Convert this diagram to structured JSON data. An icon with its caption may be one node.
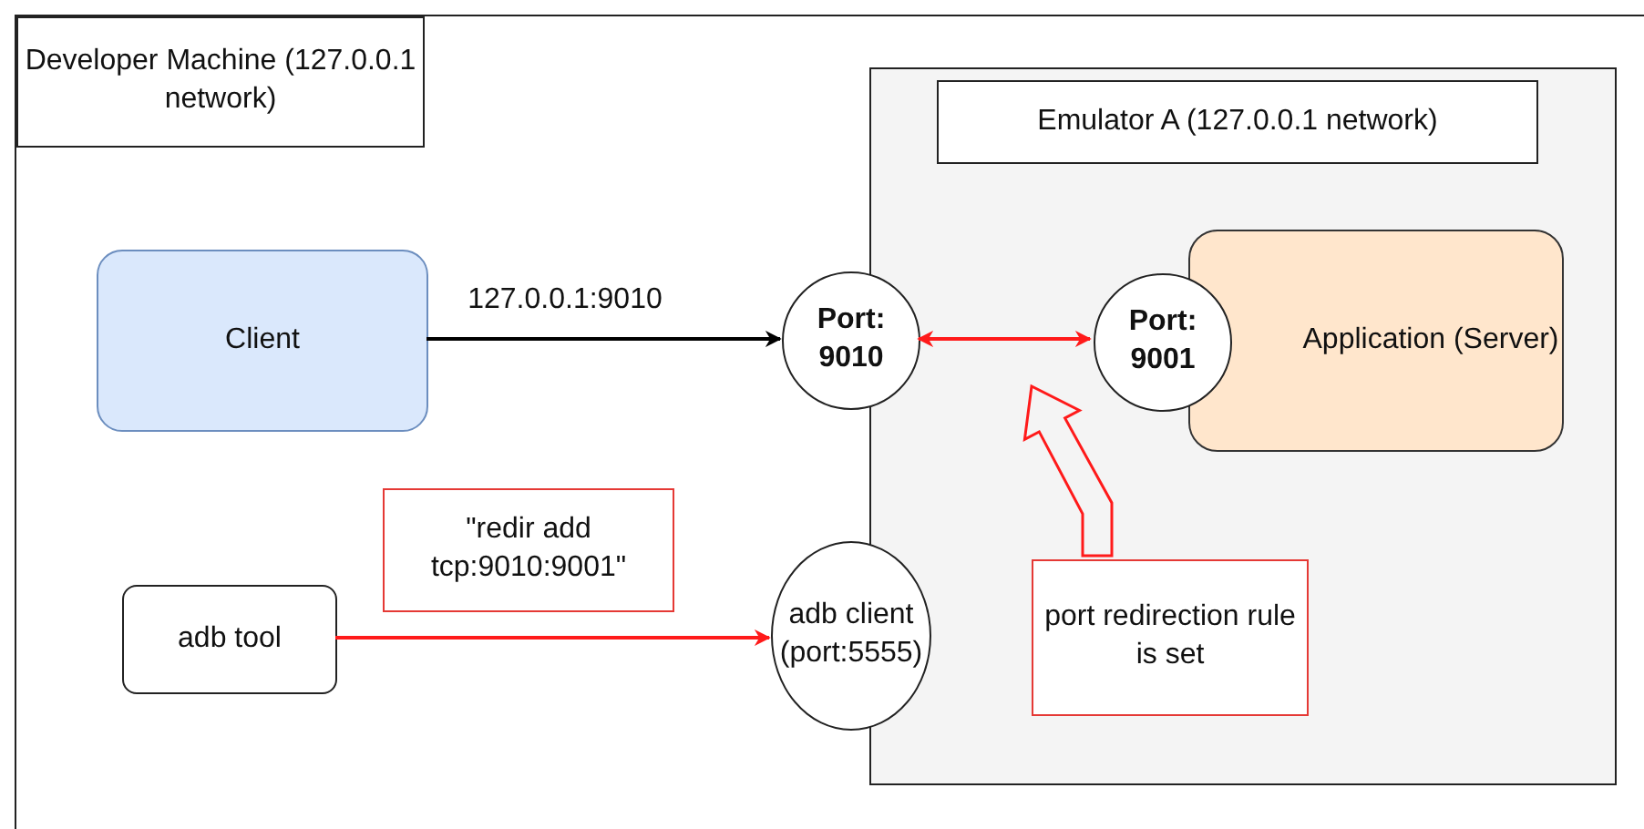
{
  "diagram": {
    "nodes": [
      {
        "text": [
          "Developer Machine (127.0.0.1 network)"
        ]
      },
      {
        "text": [
          "Emulator A (127.0.0.1 network)"
        ],
        "in": 0
      },
      {
        "text": [
          "Client"
        ],
        "in": 0
      },
      {
        "text": [
          "Port: 9010"
        ],
        "in": 0
      },
      {
        "text": [
          "Application (Server)"
        ],
        "in": 1
      },
      {
        "text": [
          "Port: 9001"
        ],
        "in": 1
      },
      {
        "text": [
          "adb tool"
        ],
        "in": 0
      },
      {
        "text": [
          "adb client (port:5555)"
        ],
        "in": 0
      },
      {
        "text": [
          "port redirection rule is set"
        ],
        "in": 1
      }
    ],
    "edges": [
      {
        "from": 2,
        "to": 3,
        "arrow": "to",
        "label": "127.0.0.1:9010",
        "color": "#000000"
      },
      {
        "from": 3,
        "to": 5,
        "arrow": "both"
      },
      {
        "from": 6,
        "to": 7,
        "arrow": "to",
        "label": "\"redir add tcp:9010:9001\""
      },
      {
        "from": 8,
        "to": null,
        "arrow": "to",
        "style": "thick"
      }
    ]
  }
}
